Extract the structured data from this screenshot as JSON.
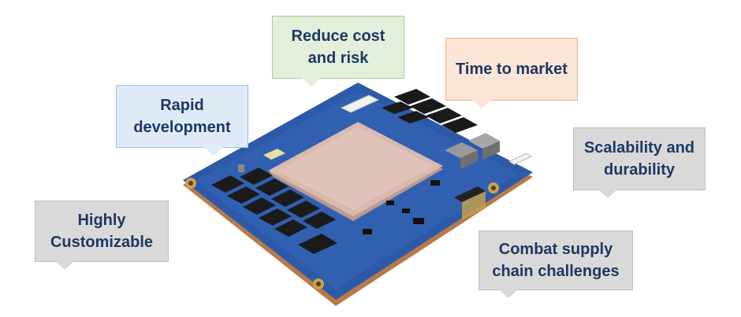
{
  "callouts": {
    "reduce_cost": "Reduce cost\nand risk",
    "time_to_market": "Time to market",
    "rapid_development": "Rapid\ndevelopment",
    "scalability": "Scalability and\ndurability",
    "customizable": "Highly\nCustomizable",
    "supply_chain": "Combat supply\nchain challenges"
  },
  "colors": {
    "text": "#1f3864",
    "green_fill": "#e2efda",
    "orange_fill": "#fbe5d6",
    "blue_fill": "#deebf7",
    "gray_fill": "#d9d9d9",
    "pcb_blue": "#2d5aa8"
  },
  "image": {
    "subject": "system-on-module-board"
  }
}
